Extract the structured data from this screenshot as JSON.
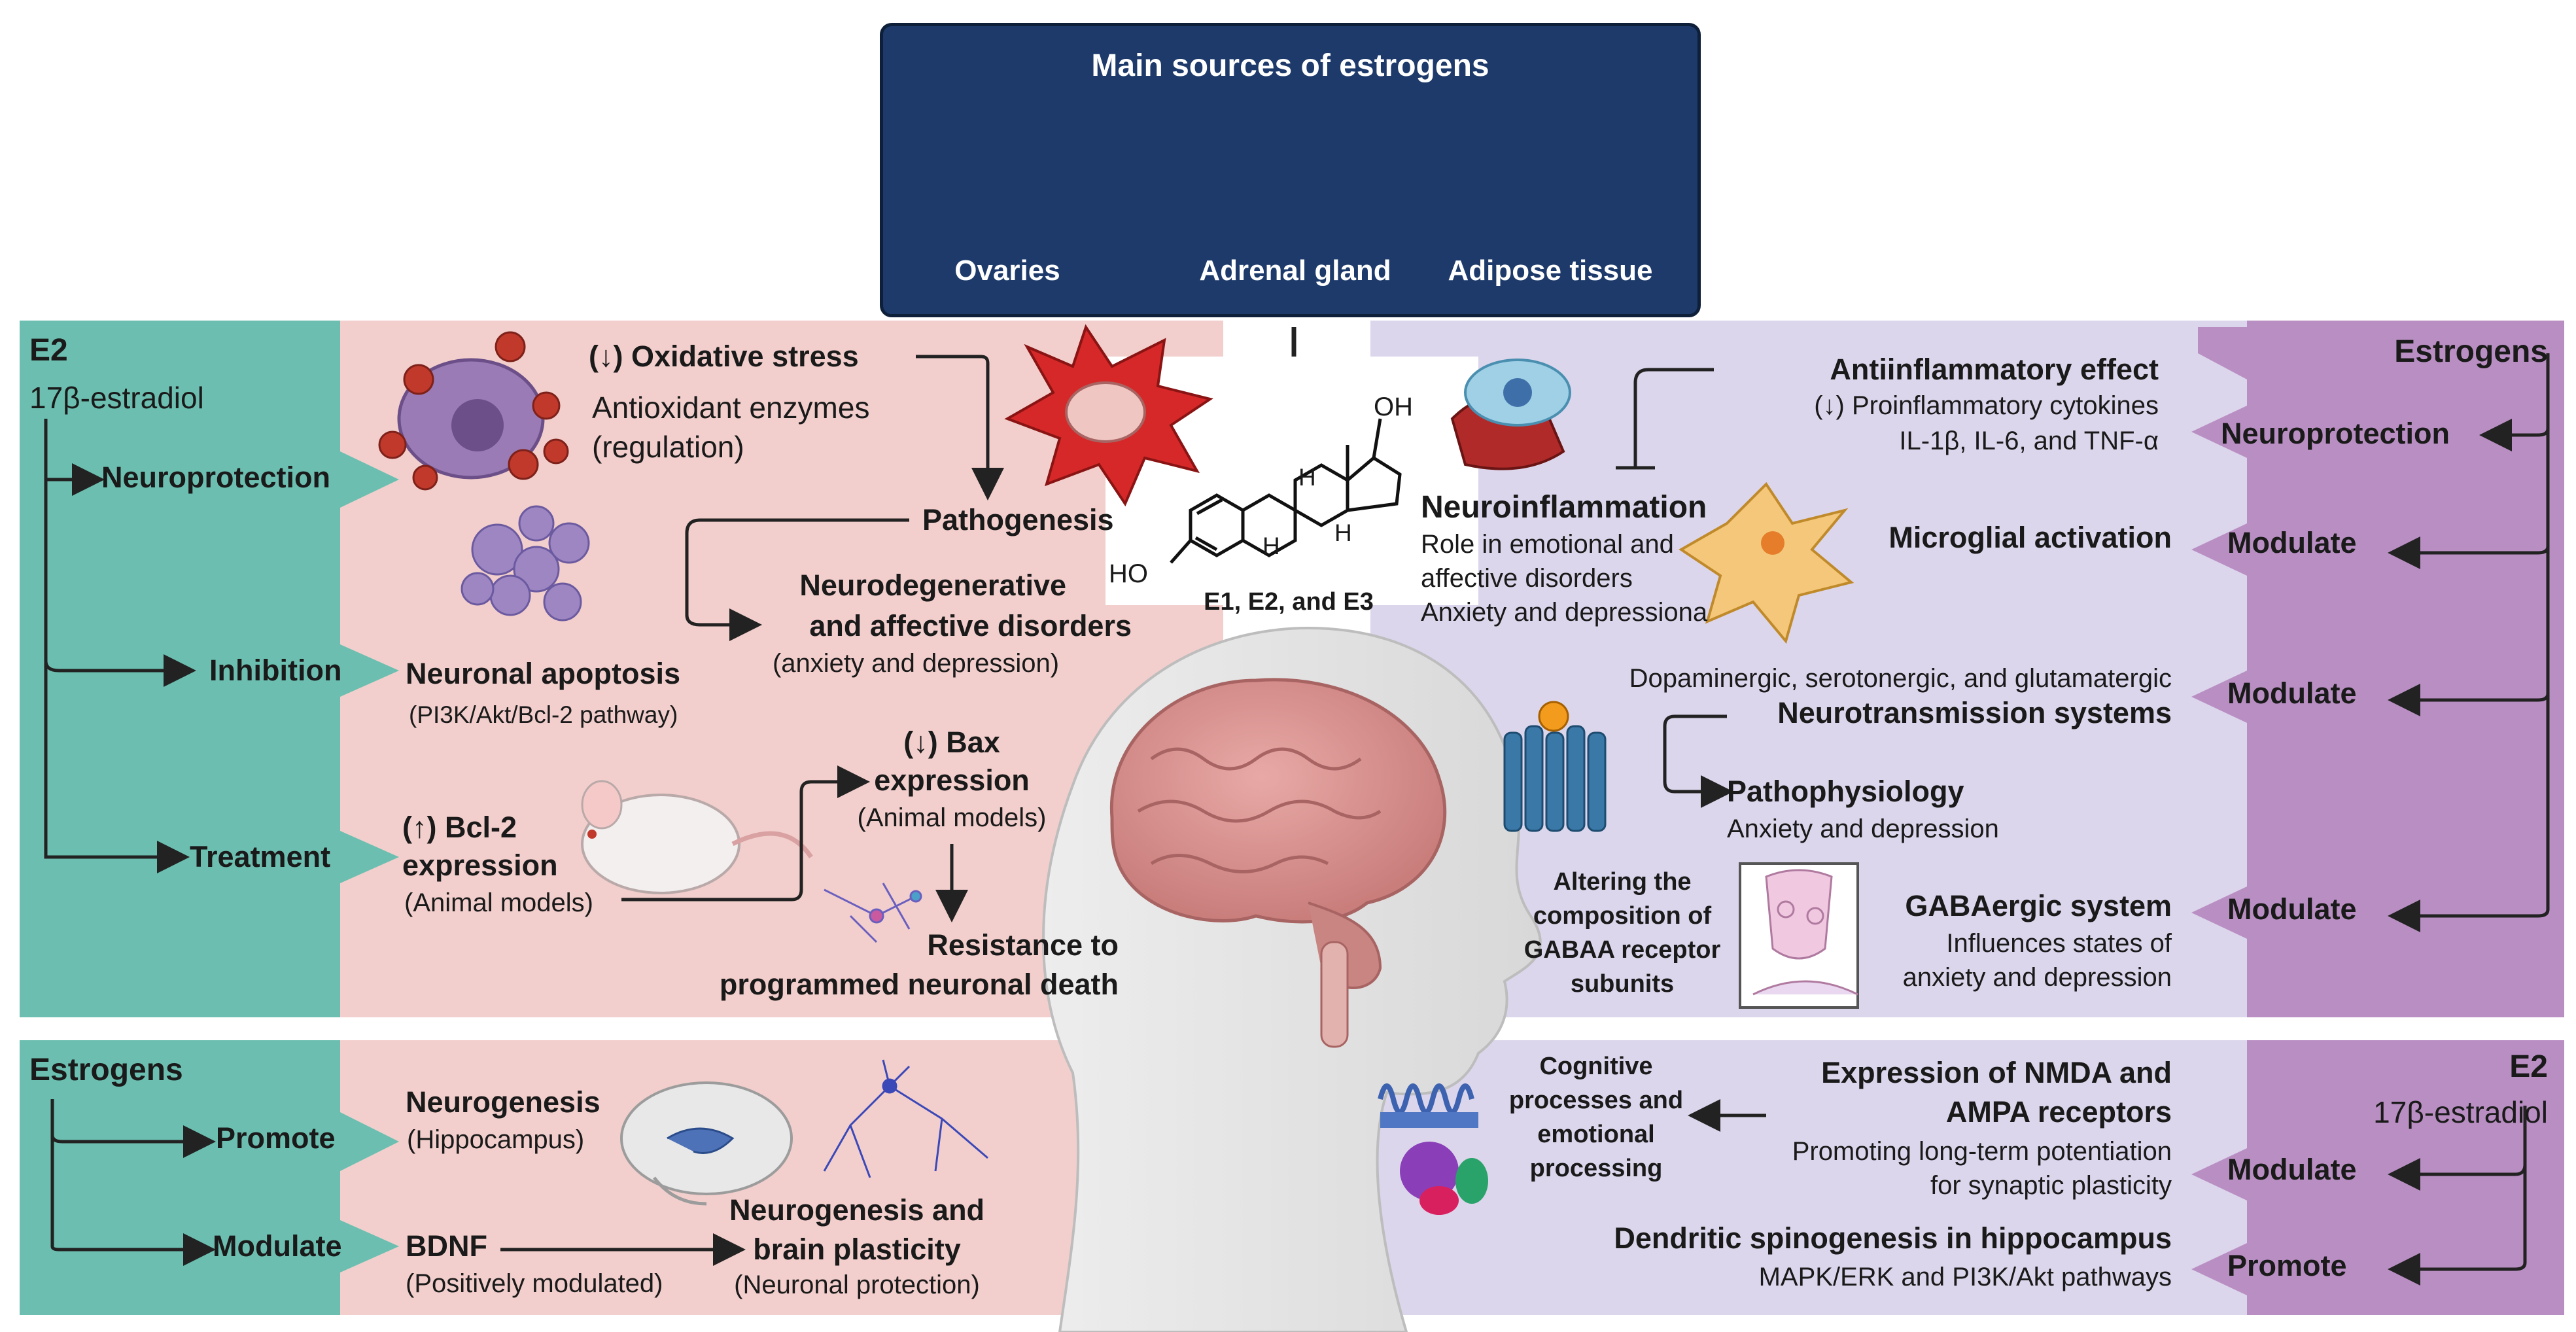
{
  "sources": {
    "title": "Main sources of estrogens",
    "items": [
      "Ovaries",
      "Adrenal gland",
      "Adipose tissue"
    ]
  },
  "molecule": {
    "caption": "E1, E2, and E3",
    "oh": "OH",
    "ho": "HO",
    "h": "H"
  },
  "top_left": {
    "e2": "E2",
    "e2_full": "17β-estradiol",
    "neuroprotection": "Neuroprotection",
    "inhibition": "Inhibition",
    "treatment": "Treatment",
    "oxidative_stress": "(↓) Oxidative stress",
    "antioxidant_1": "Antioxidant enzymes",
    "antioxidant_2": "(regulation)",
    "pathogenesis": "Pathogenesis",
    "neurodeg_1": "Neurodegenerative",
    "neurodeg_2": "and affective disorders",
    "neurodeg_3": "(anxiety and depression)",
    "apoptosis": "Neuronal apoptosis",
    "apoptosis_path": "(PI3K/Akt/Bcl-2 pathway)",
    "bcl2_1": "(↑) Bcl-2",
    "bcl2_2": "expression",
    "bcl2_3": "(Animal models)",
    "bax_1": "(↓) Bax",
    "bax_2": "expression",
    "bax_3": "(Animal models)",
    "resistance_1": "Resistance to",
    "resistance_2": "programmed neuronal death"
  },
  "bottom_left": {
    "estrogens": "Estrogens",
    "promote": "Promote",
    "modulate": "Modulate",
    "neurogenesis": "Neurogenesis",
    "hippocampus": "(Hippocampus)",
    "bdnf": "BDNF",
    "bdnf_sub": "(Positively modulated)",
    "plasticity_1": "Neurogenesis and",
    "plasticity_2": "brain plasticity",
    "plasticity_3": "(Neuronal protection)"
  },
  "top_right": {
    "estrogens": "Estrogens",
    "neuroprotection": "Neuroprotection",
    "modulate_1": "Modulate",
    "modulate_2": "Modulate",
    "modulate_3": "Modulate",
    "anti_title": "Antiinflammatory effect",
    "anti_1": "(↓) Proinflammatory cytokines",
    "anti_2": "IL-1β, IL-6, and TNF-α",
    "neuroinflammation": "Neuroinflammation",
    "ni_1": "Role in emotional and",
    "ni_2": "affective disorders",
    "ni_3": "Anxiety and depressiona",
    "microglial": "Microglial activation",
    "dopa": "Dopaminergic, serotonergic, and glutamatergic",
    "neurotrans": "Neurotransmission systems",
    "patho": "Pathophysiology",
    "patho_sub": "Anxiety and depression",
    "altering_1": "Altering the",
    "altering_2": "composition of",
    "altering_3": "GABAA receptor",
    "altering_4": "subunits",
    "gaba": "GABAergic system",
    "gaba_1": "Influences states of",
    "gaba_2": "anxiety and depression"
  },
  "bottom_right": {
    "e2": "E2",
    "e2_full": "17β-estradiol",
    "modulate": "Modulate",
    "promote": "Promote",
    "cog_1": "Cognitive",
    "cog_2": "processes and",
    "cog_3": "emotional",
    "cog_4": "processing",
    "nmda_1": "Expression of NMDA and",
    "nmda_2": "AMPA receptors",
    "ltp_1": "Promoting long-term potentiation",
    "ltp_2": "for synaptic plasticity",
    "dendritic": "Dendritic spinogenesis in hippocampus",
    "mapk": "MAPK/ERK and PI3K/Akt pathways"
  },
  "colors": {
    "teal": "#6cbfb0",
    "pink": "#f2cfcc",
    "lavender": "#dcd6ec",
    "purple": "#b98fc3",
    "navy": "#1d3a6a",
    "arrow": "#222222"
  }
}
